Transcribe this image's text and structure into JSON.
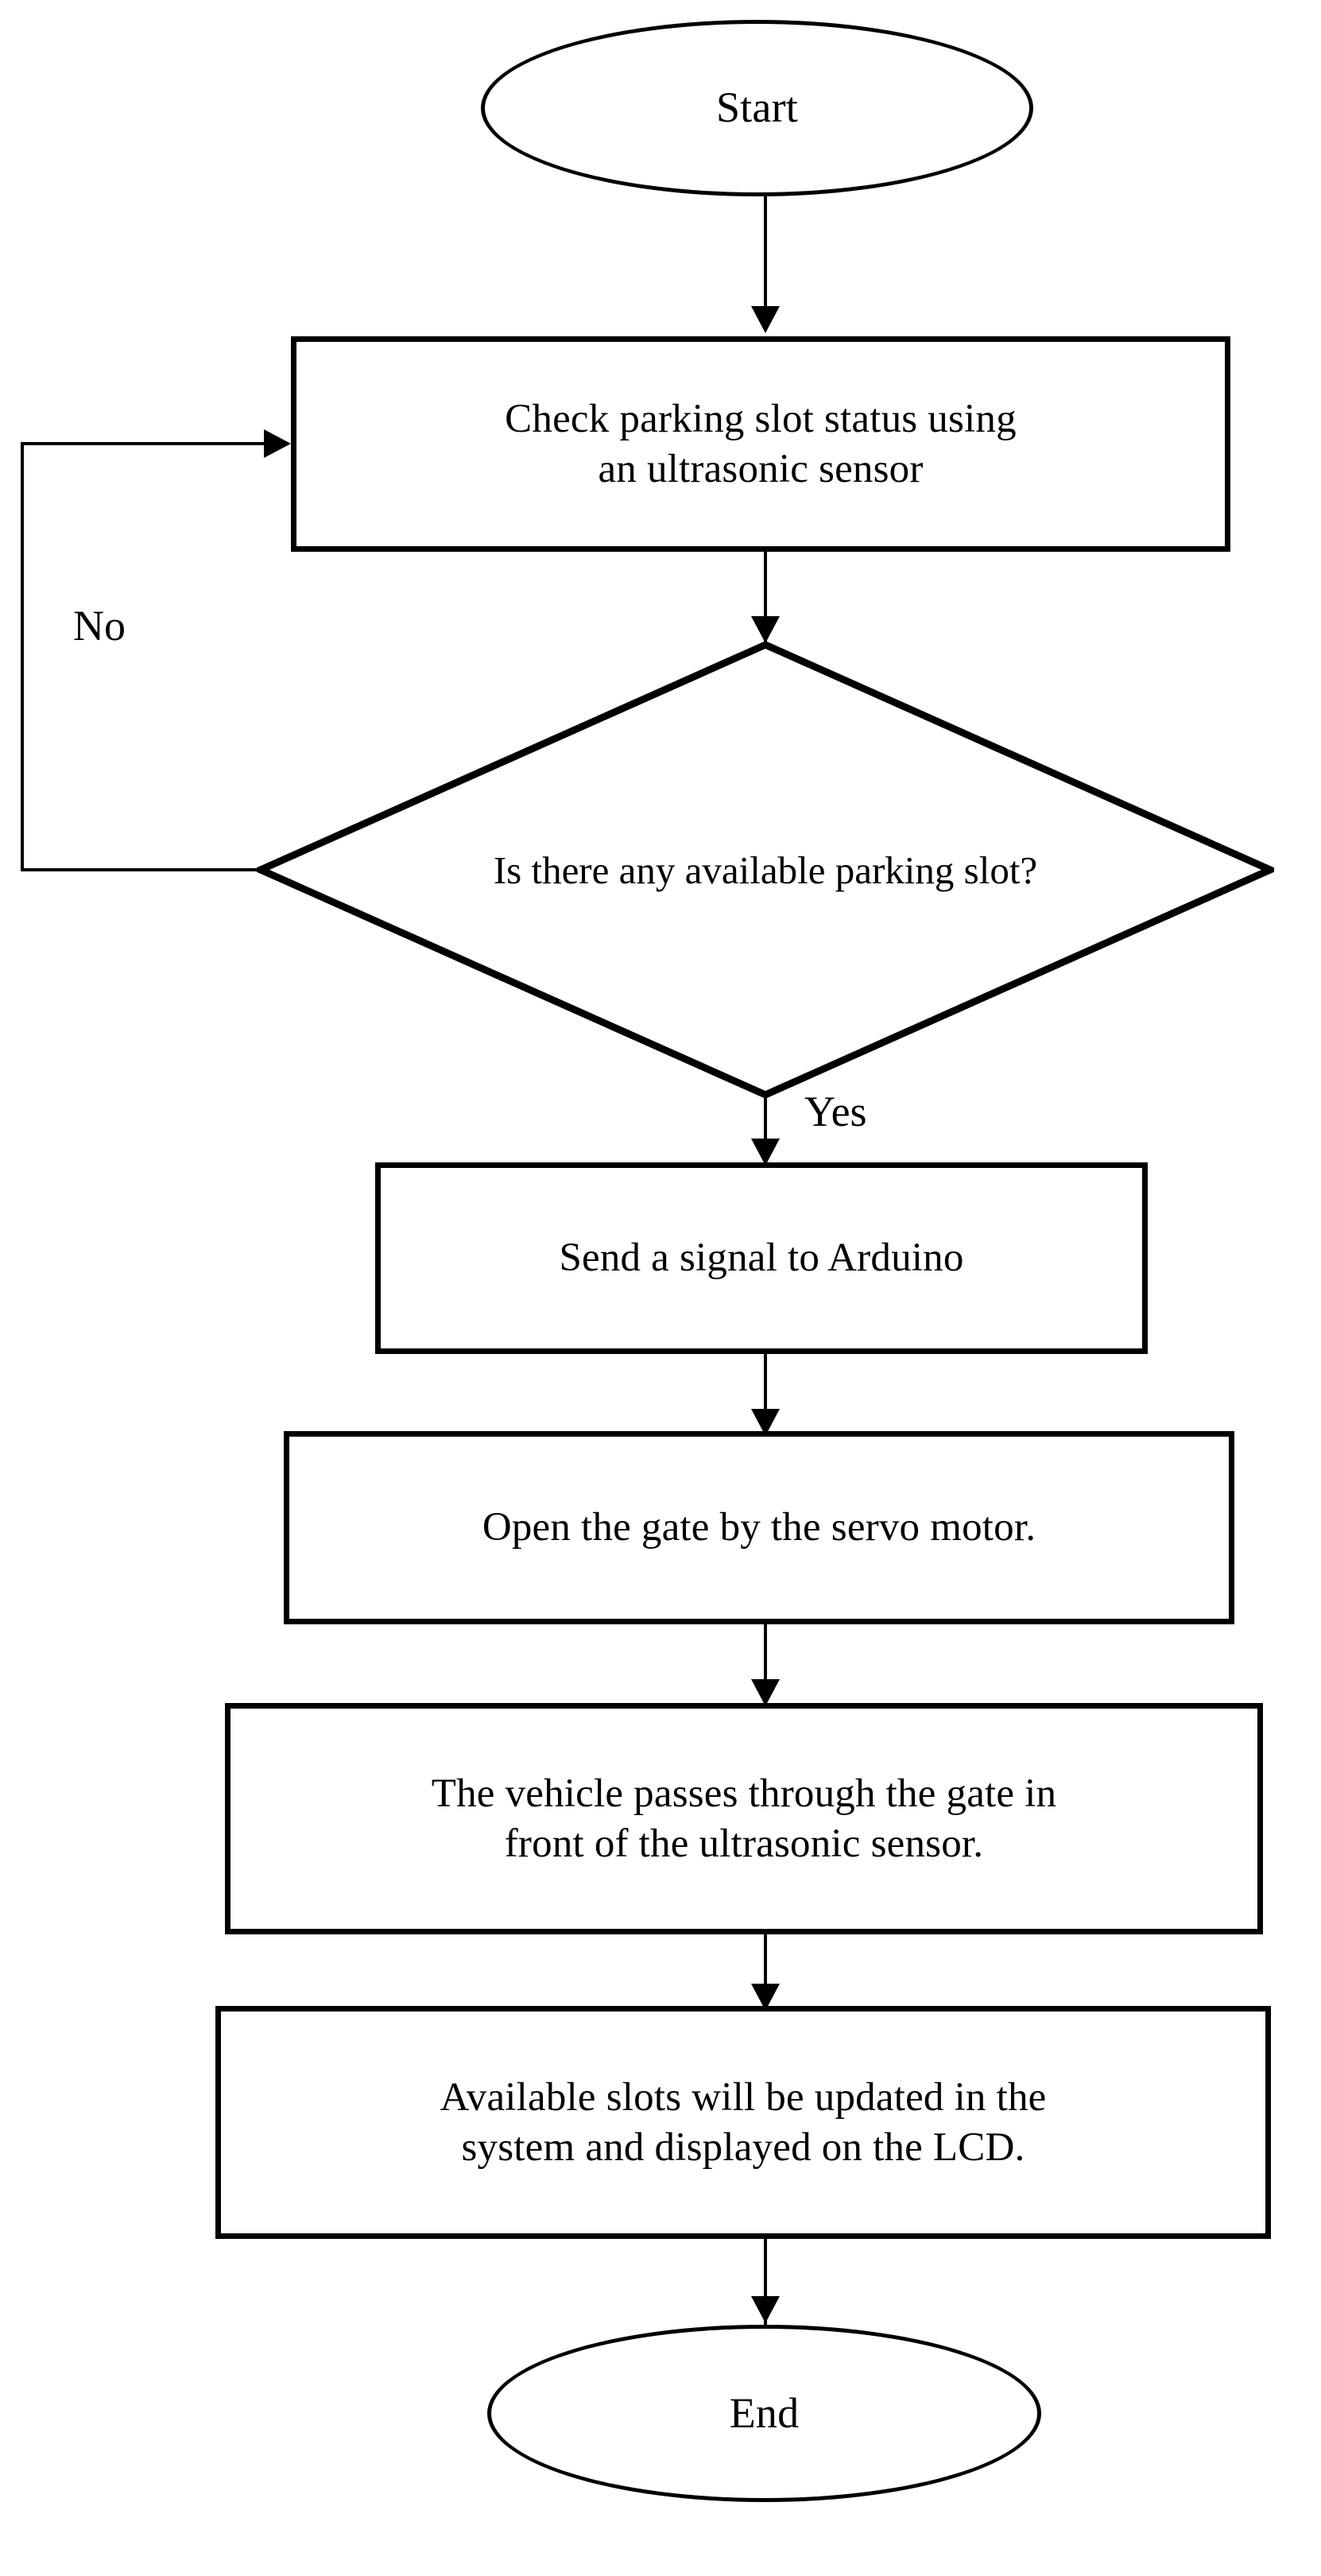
{
  "diagram": {
    "title": "Smart parking system flowchart",
    "type": "flowchart",
    "stroke_color": "#000000",
    "background_color": "#ffffff"
  },
  "nodes": {
    "start": {
      "label": "Start",
      "shape": "terminator"
    },
    "check_slot": {
      "label": "Check parking slot status using\nan ultrasonic sensor",
      "shape": "process"
    },
    "decision": {
      "label": "Is there any available\nparking slot?",
      "shape": "decision"
    },
    "send_signal": {
      "label": "Send a signal to Arduino",
      "shape": "process"
    },
    "open_gate": {
      "label": "Open the gate by the servo motor.",
      "shape": "process"
    },
    "vehicle_passes": {
      "label": "The vehicle passes through the gate in\nfront of the ultrasonic sensor.",
      "shape": "process"
    },
    "update_slots": {
      "label": "Available slots will be updated in the\nsystem and displayed on the LCD.",
      "shape": "process"
    },
    "end": {
      "label": "End",
      "shape": "terminator"
    }
  },
  "edges": {
    "no_branch_label": "No",
    "yes_branch_label": "Yes"
  }
}
